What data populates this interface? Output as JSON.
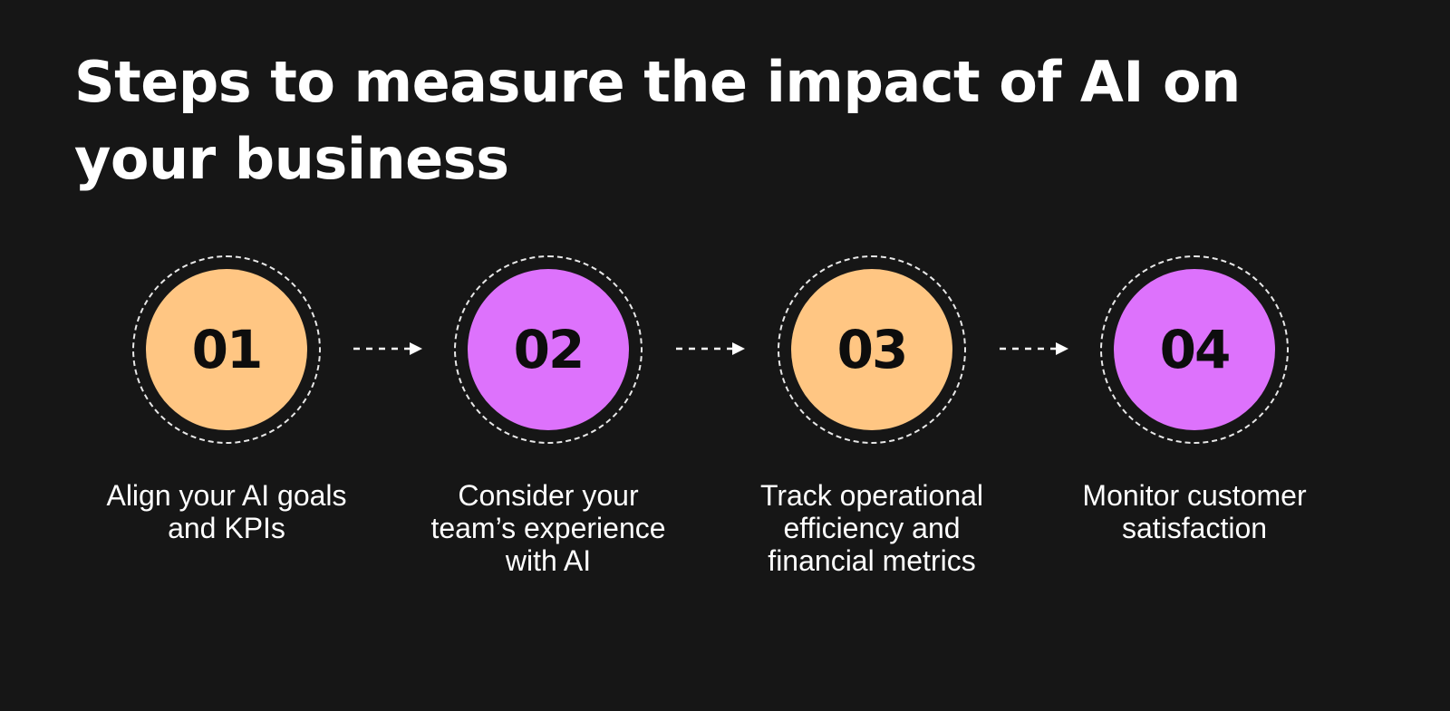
{
  "title": {
    "line1": "Steps to measure the impact of AI on",
    "line2": "your business"
  },
  "colors": {
    "background": "#161616",
    "orange": "#ffc683",
    "purple": "#dd72fc",
    "ring": "#e8e8e8",
    "text": "#ffffff",
    "number": "#0d0d0d"
  },
  "steps": [
    {
      "number": "01",
      "caption": [
        "Align your AI goals",
        "and KPIs"
      ]
    },
    {
      "number": "02",
      "caption": [
        "Consider your",
        "team’s experience",
        "with AI"
      ]
    },
    {
      "number": "03",
      "caption": [
        "Track operational",
        "efficiency and",
        "financial metrics"
      ]
    },
    {
      "number": "04",
      "caption": [
        "Monitor customer",
        "satisfaction"
      ]
    }
  ]
}
